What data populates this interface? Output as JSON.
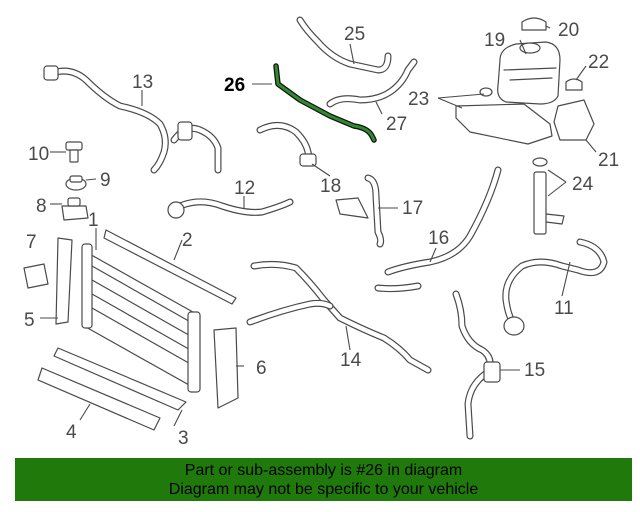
{
  "diagram": {
    "highlight_color": "#2f8a2f",
    "callouts": [
      "1",
      "2",
      "3",
      "4",
      "5",
      "6",
      "7",
      "8",
      "9",
      "10",
      "11",
      "12",
      "13",
      "14",
      "15",
      "16",
      "17",
      "18",
      "19",
      "20",
      "21",
      "22",
      "23",
      "24",
      "25",
      "26",
      "27"
    ],
    "highlighted_part": "26"
  },
  "banner": {
    "line1": "Part or sub-assembly is #26 in diagram",
    "line2": "Diagram may not be specific to your vehicle",
    "background": "#1f7a0b"
  }
}
